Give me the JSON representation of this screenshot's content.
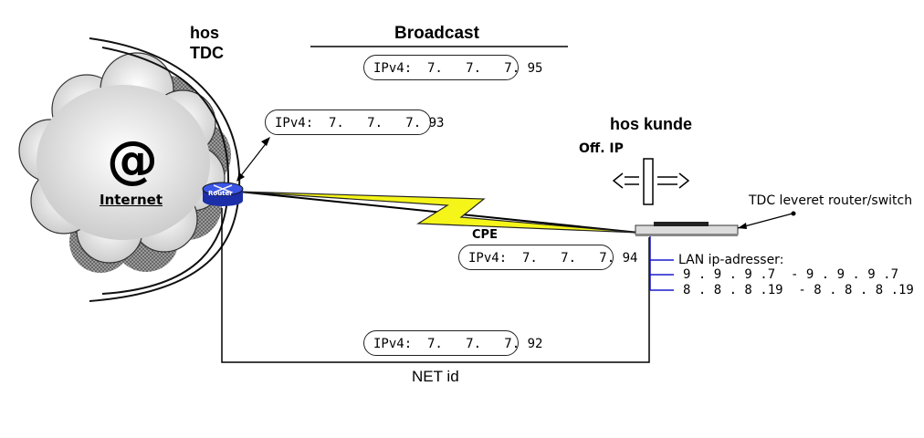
{
  "titles": {
    "hos_tdc_line1": "hos",
    "hos_tdc_line2": "TDC",
    "broadcast": "Broadcast",
    "hos_kunde": "hos kunde",
    "off_ip": "Off. IP",
    "cpe": "CPE",
    "net_id": "NET id"
  },
  "internet": {
    "at_symbol": "@",
    "label": "Internet"
  },
  "router": {
    "label": "Router"
  },
  "customer_device": {
    "label": "TDC leveret router/switch"
  },
  "ip_boxes": {
    "broadcast": "IPv4:  7.   7.   7. 95",
    "router": "IPv4:  7.   7.   7. 93",
    "cpe": "IPv4:  7.   7.   7. 94",
    "net": "IPv4:  7.   7.   7. 92"
  },
  "lan": {
    "heading": "LAN ip-adresser:",
    "range1": "9 . 9 . 9 .7  - 9 . 9 . 9 .7",
    "range2": "8 . 8 . 8 .19  - 8 . 8 . 8 .19"
  },
  "colors": {
    "lightning": "#f5f51a",
    "router_body": "#2a3fd0",
    "lan_lines": "#1a1acc",
    "cloud": "#d9d9d9"
  }
}
